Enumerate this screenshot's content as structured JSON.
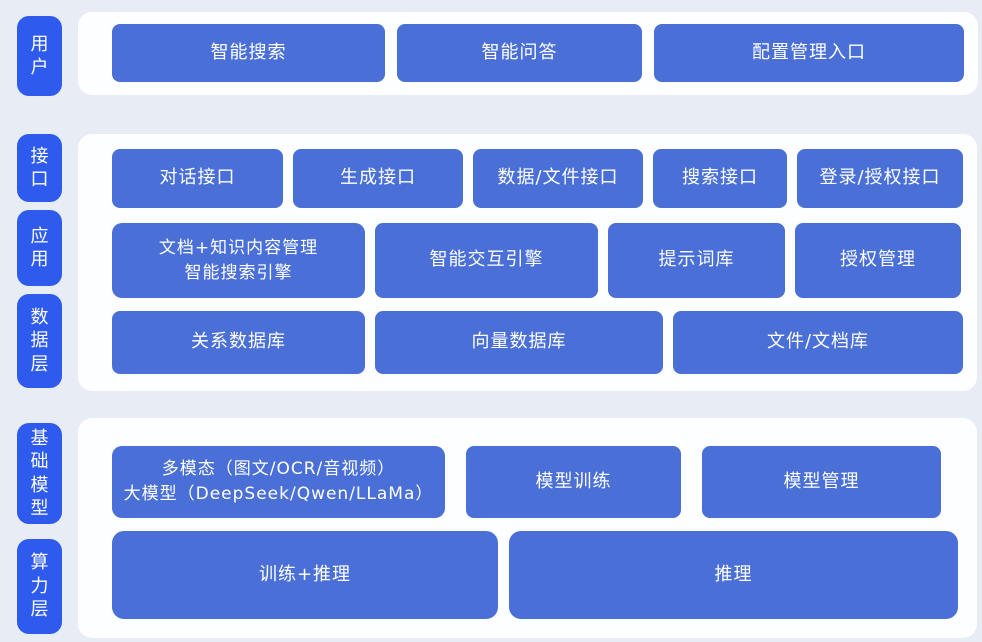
{
  "colors": {
    "background": "#e8edf5",
    "panel": "#fdfeff",
    "pill": "#2e5bee",
    "node": "#4a70d8",
    "text": "#ffffff"
  },
  "layers": {
    "user": {
      "label": "用户",
      "nodes": [
        "智能搜索",
        "智能问答",
        "配置管理入口"
      ]
    },
    "middle": {
      "labels": [
        "接口",
        "应用",
        "数据层"
      ],
      "interface_nodes": [
        "对话接口",
        "生成接口",
        "数据/文件接口",
        "搜索接口",
        "登录/授权接口"
      ],
      "application_nodes": [
        "文档+知识内容管理\n智能搜索引擎",
        "智能交互引擎",
        "提示词库",
        "授权管理"
      ],
      "data_nodes": [
        "关系数据库",
        "向量数据库",
        "文件/文档库"
      ]
    },
    "foundation": {
      "labels": [
        "基础模型",
        "算力层"
      ],
      "model_nodes": [
        "多模态（图文/OCR/音视频）\n大模型（DeepSeek/Qwen/LLaMa）",
        "模型训练",
        "模型管理"
      ],
      "compute_nodes": [
        "训练+推理",
        "推理"
      ]
    }
  }
}
